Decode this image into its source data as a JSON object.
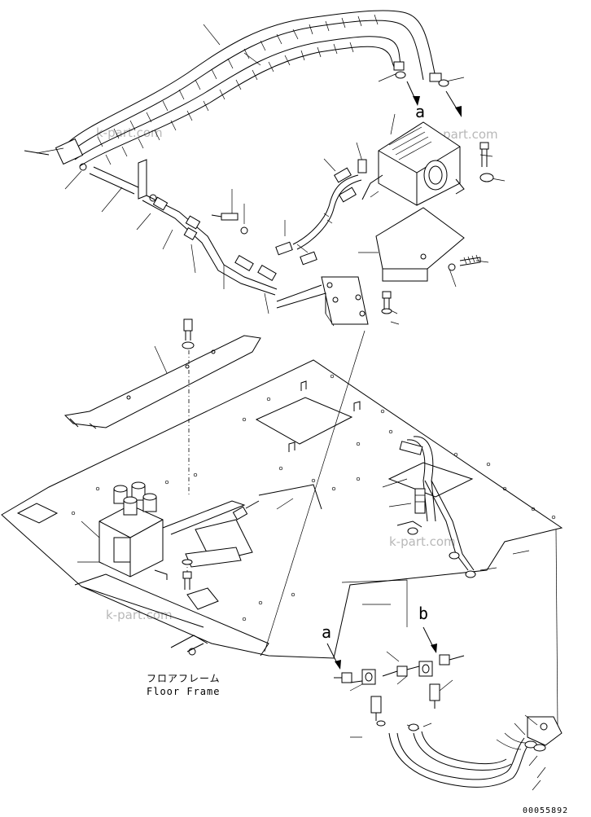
{
  "view_labels": {
    "a_top": "a",
    "a_bottom": "a",
    "b_bottom": "b"
  },
  "caption": {
    "japanese": "フロアフレーム",
    "english": "Floor Frame"
  },
  "watermark": "k-part.com",
  "document_number": "00055892"
}
